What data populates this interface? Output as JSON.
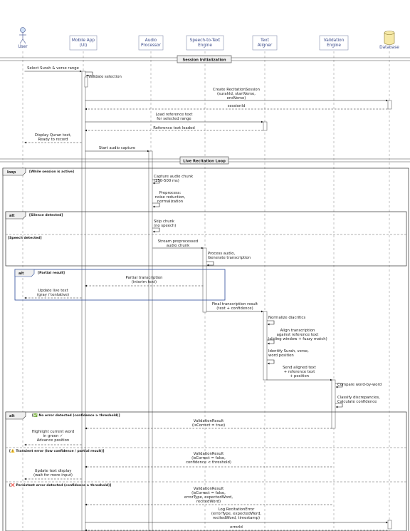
{
  "participants": [
    {
      "id": "user",
      "label": [
        "User"
      ],
      "kind": "actor"
    },
    {
      "id": "app",
      "label": [
        "Mobile App",
        "(UI)"
      ],
      "kind": "box"
    },
    {
      "id": "audio",
      "label": [
        "Audio",
        "Processor"
      ],
      "kind": "box"
    },
    {
      "id": "stt",
      "label": [
        "Speech-to-Text",
        "Engine"
      ],
      "kind": "box"
    },
    {
      "id": "aligner",
      "label": [
        "Text",
        "Aligner"
      ],
      "kind": "box"
    },
    {
      "id": "validator",
      "label": [
        "Validation",
        "Engine"
      ],
      "kind": "box"
    },
    {
      "id": "db",
      "label": [
        "Database"
      ],
      "kind": "db"
    }
  ],
  "dividers": [
    "Session Initialization",
    "Live Recitation Loop"
  ],
  "fragments": [
    {
      "type": "loop",
      "cond": "[While session is active]"
    },
    {
      "type": "alt",
      "cond": "[Silence detected]",
      "else": [
        "[Speech detected]"
      ]
    },
    {
      "type": "alt",
      "cond": "[Partial result]"
    },
    {
      "type": "alt",
      "cond": "[✅ No error detected (confidence ≥ threshold)]",
      "else": [
        "[⚠️ Transient error (low confidence / partial result)]",
        "[❌ Persistent error detected (confidence ≥ threshold)]"
      ]
    }
  ],
  "messages": [
    {
      "lines": [
        "Select Surah & verse range"
      ]
    },
    {
      "lines": [
        "Validate selection"
      ]
    },
    {
      "lines": [
        "Create RecitationSession",
        "(surahId, startVerse,",
        "endVerse)"
      ]
    },
    {
      "lines": [
        "sessionId"
      ]
    },
    {
      "lines": [
        "Load reference text",
        "for selected range"
      ]
    },
    {
      "lines": [
        "Reference text loaded"
      ]
    },
    {
      "lines": [
        "Display Quran text,",
        "Ready to record"
      ]
    },
    {
      "lines": [
        "Start audio capture"
      ]
    },
    {
      "lines": [
        "Capture audio chunk",
        "(250-500 ms)"
      ]
    },
    {
      "lines": [
        "Preprocess:",
        "noise reduction,",
        "normalization"
      ]
    },
    {
      "lines": [
        "Skip chunk",
        "(no speech)"
      ]
    },
    {
      "lines": [
        "Stream preprocessed",
        "audio chunk"
      ]
    },
    {
      "lines": [
        "Process audio,",
        "Generate transcription"
      ]
    },
    {
      "lines": [
        "Partial transcription",
        "(interim text)"
      ]
    },
    {
      "lines": [
        "Update live text",
        "(gray / tentative)"
      ]
    },
    {
      "lines": [
        "Final transcription result",
        "(text + confidence)"
      ]
    },
    {
      "lines": [
        "Normalize diacritics"
      ]
    },
    {
      "lines": [
        "Align transcription",
        "against reference text",
        "(sliding window + fuzzy match)"
      ]
    },
    {
      "lines": [
        "Identify Surah, verse,",
        "word position"
      ]
    },
    {
      "lines": [
        "Send aligned text",
        "+ reference text",
        "+ position"
      ]
    },
    {
      "lines": [
        "Compare word-by-word"
      ]
    },
    {
      "lines": [
        "Classify discrepancies,",
        "Calculate confidence"
      ]
    },
    {
      "lines": [
        "ValidationResult",
        "(isCorrect = true)"
      ]
    },
    {
      "lines": [
        "Highlight current word",
        "in green ✓",
        "Advance position"
      ]
    },
    {
      "lines": [
        "ValidationResult",
        "(isCorrect = false,",
        "confidence < threshold)"
      ]
    },
    {
      "lines": [
        "Update text display",
        "(wait for more input)"
      ]
    },
    {
      "lines": [
        "ValidationResult",
        "(isCorrect = false,",
        "errorType, expectedWord,",
        "recitedWord)"
      ]
    },
    {
      "lines": [
        "Log RecitationError",
        "(errorType, expectedWord,",
        "recitedWord, timestamp)"
      ]
    },
    {
      "lines": [
        "errorId"
      ]
    }
  ]
}
